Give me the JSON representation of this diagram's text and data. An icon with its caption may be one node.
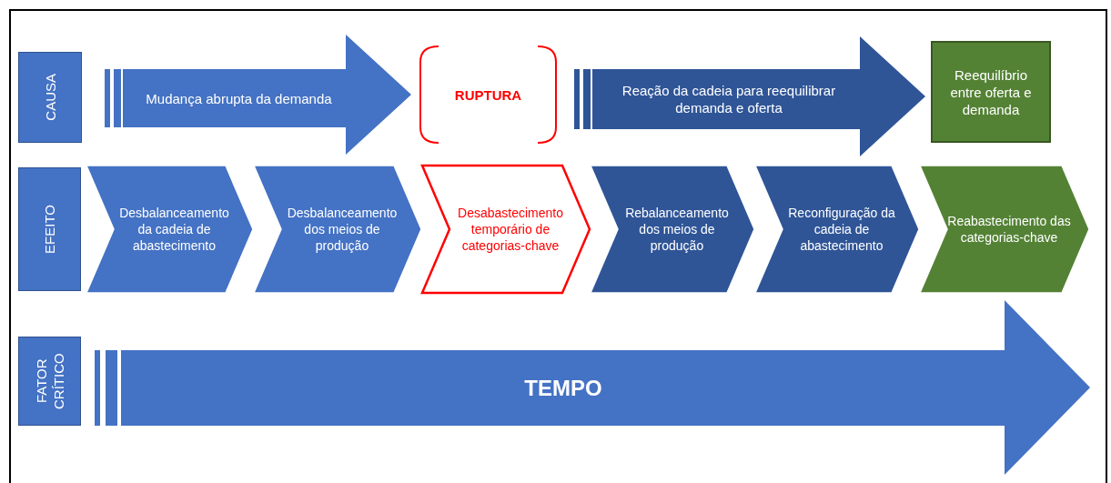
{
  "diagram": {
    "nodes": [
      {
        "text": [
          "CAUSA"
        ]
      },
      {
        "text": [
          "Mudança abrupta da demanda"
        ]
      },
      {
        "text": [
          "RUPTURA"
        ]
      },
      {
        "text": [
          "Reação da cadeia para reequilibrar demanda e oferta"
        ]
      },
      {
        "text": [
          "Reequilíbrio entre oferta e demanda"
        ]
      },
      {
        "text": [
          "EFEITO"
        ]
      },
      {
        "text": [
          "Desbalanceamento da cadeia de abastecimento"
        ]
      },
      {
        "text": [
          "Desbalanceamento dos meios de produção"
        ]
      },
      {
        "text": [
          "Desabastecimento temporário de categorias-chave"
        ]
      },
      {
        "text": [
          "Rebalanceamento dos meios de produção"
        ]
      },
      {
        "text": [
          "Reconfiguração da cadeia de abastecimento"
        ]
      },
      {
        "text": [
          "Reabastecimento das categorias-chave"
        ]
      },
      {
        "text": [
          "FATOR CRÍTICO"
        ]
      },
      {
        "text": [
          "TEMPO"
        ]
      }
    ]
  }
}
